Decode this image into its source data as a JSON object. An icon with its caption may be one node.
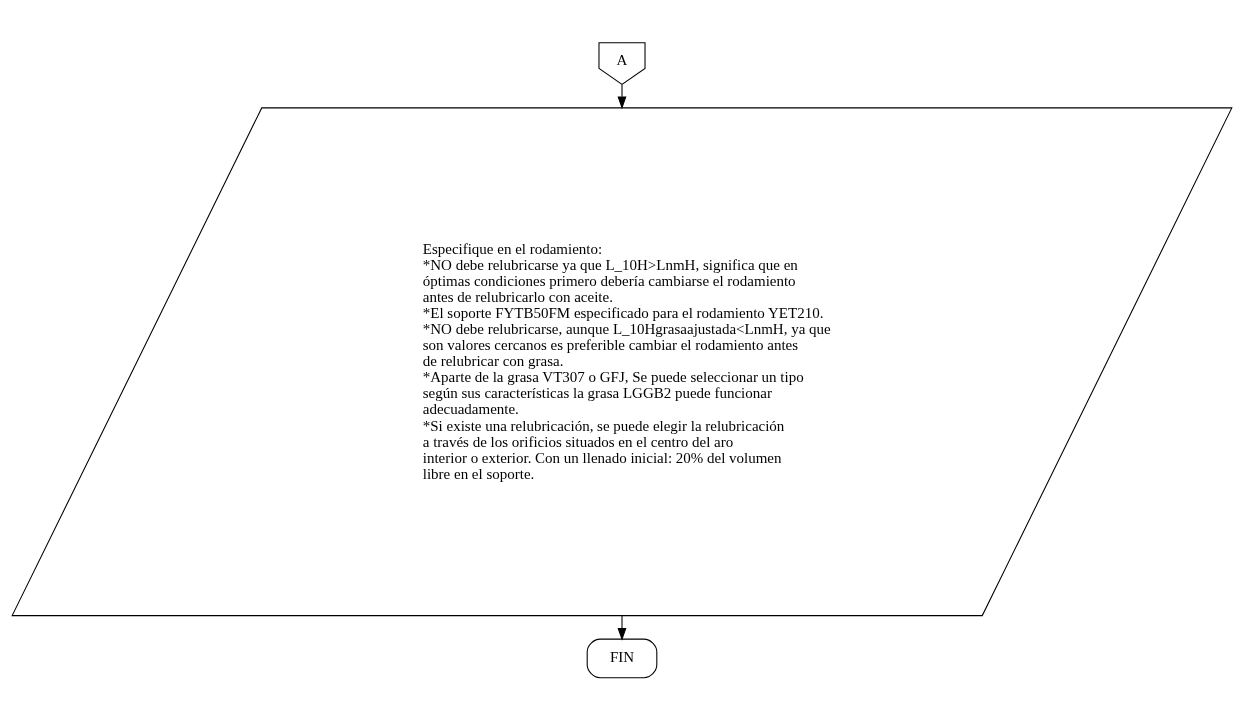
{
  "diagram": {
    "nodes": [
      {
        "text": [
          "A"
        ]
      },
      {
        "text": [
          "Especifique en el rodamiento:",
          "*NO debe relubricarse ya que L_10H>LnmH, significa que en óptimas condiciones primero debería cambiarse el rodamiento antes de relubricarlo con aceite.",
          "*El soporte FYTB50FM especificado para el rodamiento YET210.",
          "*NO debe relubricarse, aunque L_10Hgrasaajustada<LnmH, ya que son valores cercanos es preferible cambiar el rodamiento antes de relubricar con grasa.",
          "*Aparte de la grasa VT307 o GFJ, Se puede seleccionar un tipo según sus características la grasa LGGB2 puede funcionar adecuadamente.",
          "*Si existe una relubricación, se puede elegir la relubricación a través de los orificios situados en el centro del aro interior o exterior. Con un llenado inicial: 20% del volumen libre en el soporte."
        ]
      },
      {
        "text": [
          "FIN"
        ]
      }
    ],
    "edges": [
      {
        "from": 0,
        "to": 1,
        "arrow": "to"
      },
      {
        "from": 1,
        "to": 2,
        "arrow": "to"
      }
    ]
  }
}
